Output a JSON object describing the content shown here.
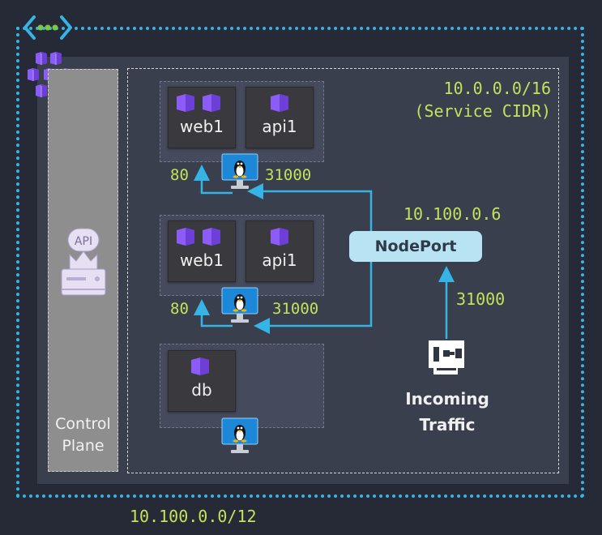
{
  "vnet": {
    "cidr": "10.100.0.0/12"
  },
  "service": {
    "cidr": "10.0.0.0/16",
    "cidr_note": "(Service CIDR)"
  },
  "control_plane": {
    "line1": "Control",
    "line2": "Plane",
    "api_icon_text": "API"
  },
  "nodes": [
    {
      "pods": [
        "web1",
        "api1"
      ],
      "port_left": "80",
      "port_right": "31000"
    },
    {
      "pods": [
        "web1",
        "api1"
      ],
      "port_left": "80",
      "port_right": "31000"
    },
    {
      "pods": [
        "db"
      ]
    }
  ],
  "nodeport": {
    "label": "NodePort",
    "ip": "10.100.0.6"
  },
  "incoming": {
    "line1": "Incoming",
    "line2": "Traffic",
    "port": "31000"
  },
  "colors": {
    "accent_blue": "#35b4e6",
    "lime": "#c3e25b",
    "pod_purple": "#8b5cf6",
    "nodeport_fill": "#b7e3f2"
  },
  "icons": [
    "vnet-icon",
    "aks-icon",
    "api-server-icon",
    "pod-icon",
    "linux-vm-icon",
    "network-card-icon"
  ]
}
